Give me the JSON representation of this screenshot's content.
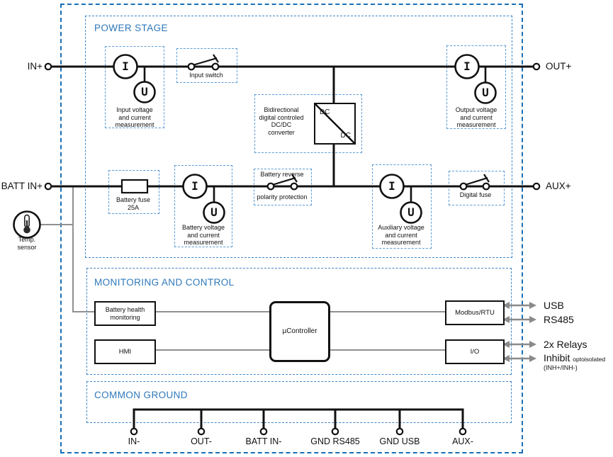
{
  "titles": {
    "power_stage": "POWER STAGE",
    "monitoring": "MONITORING AND CONTROL",
    "common_ground": "COMMON GROUND"
  },
  "colors": {
    "accent_blue": "#2e78ba",
    "wire_black": "#111111",
    "signal_gray": "#8f8f8f"
  },
  "terminals": {
    "in_pos": "IN+",
    "out_pos": "OUT+",
    "batt_pos": "BATT IN+",
    "aux_pos": "AUX+"
  },
  "meters": {
    "current": "I",
    "voltage": "U"
  },
  "power_stage": {
    "input_measurement": "Input voltage\nand current\nmeasurement",
    "input_switch": "Input switch",
    "dcdc_converter": "Bidirectional\ndigital controled\nDC/DC\nconverter",
    "dc_top": "DC",
    "dc_bottom": "DC",
    "output_measurement": "Output voltage\nand current\nmeasurement",
    "battery_fuse": "Battery fuse\n25A",
    "battery_measurement": "Battery voltage\nand current\nmeasurement",
    "battery_reverse_line1": "Battery reverse",
    "battery_reverse_line2": "polarity protection",
    "aux_measurement": "Auxiliary voltage\nand current\nmeasurement",
    "digital_fuse": "Digital fuse",
    "temp_sensor": "Temp.\nsensor"
  },
  "monitoring": {
    "battery_health": "Battery health\nmonitoring",
    "hmi": "HMI",
    "ucontroller": "µController",
    "modbus": "Modbus/RTU",
    "io": "I/O",
    "ports": [
      {
        "label": "USB"
      },
      {
        "label": "RS485"
      },
      {
        "label": "2x Relays"
      },
      {
        "label": "Inhibit",
        "suffix": "optoisolated",
        "sub": "(INH+/INH-)"
      }
    ]
  },
  "common_ground": {
    "terminals": [
      "IN-",
      "OUT-",
      "BATT IN-",
      "GND RS485",
      "GND USB",
      "AUX-"
    ]
  }
}
